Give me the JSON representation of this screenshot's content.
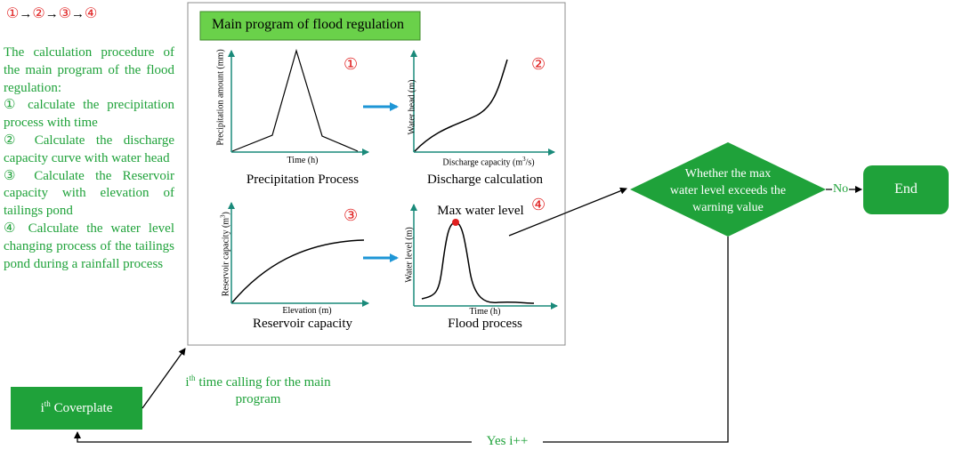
{
  "sequence": {
    "nums": [
      "①",
      "②",
      "③",
      "④"
    ],
    "arrow": "→"
  },
  "description": {
    "intro": "The calculation procedure of the main program of the flood regulation:",
    "steps": [
      "① calculate the precipitation process with time",
      "② Calculate the discharge capacity curve with water head",
      "③ Calculate the Reservoir capacity with elevation of tailings pond",
      "④ Calculate the water level changing process of the tailings pond during a rainfall process"
    ]
  },
  "main_program": {
    "title": "Main program of flood regulation",
    "panels": [
      {
        "marker": "①",
        "ylabel": "Precipitation amount (mm)",
        "xlabel": "Time (h)",
        "caption": "Precipitation Process"
      },
      {
        "marker": "②",
        "ylabel": "Water head (m)",
        "xlabel_main": "Discharge capacity (m",
        "xlabel_sup": "3",
        "xlabel_tail": "/s)",
        "caption": "Discharge calculation"
      },
      {
        "marker": "③",
        "ylabel_main": "Reservoir capacity (m",
        "ylabel_sup": "3",
        "ylabel_tail": ")",
        "xlabel": "Elevation  (m)",
        "caption": "Reservoir capacity"
      },
      {
        "marker": "④",
        "ylabel": "Water level  (m)",
        "xlabel": "Time (h)",
        "caption": "Flood process",
        "annotation": "Max water level"
      }
    ]
  },
  "coverplate": {
    "prefix": "i",
    "sup": "th",
    "text": " Coverplate"
  },
  "calling": {
    "prefix": "i",
    "sup": "th",
    "line1_tail": " time calling for the main",
    "line2": "program"
  },
  "decision": {
    "lines": [
      "Whether the max",
      "water level exceeds the",
      "warning value"
    ]
  },
  "no_label": "No",
  "end_label": "End",
  "yes_label": "Yes i++",
  "colors": {
    "green": "#1fa23a",
    "box_green": "#6ad14a",
    "red": "#e02020",
    "teal": "#1a8a7a",
    "blue": "#1e96d6"
  }
}
